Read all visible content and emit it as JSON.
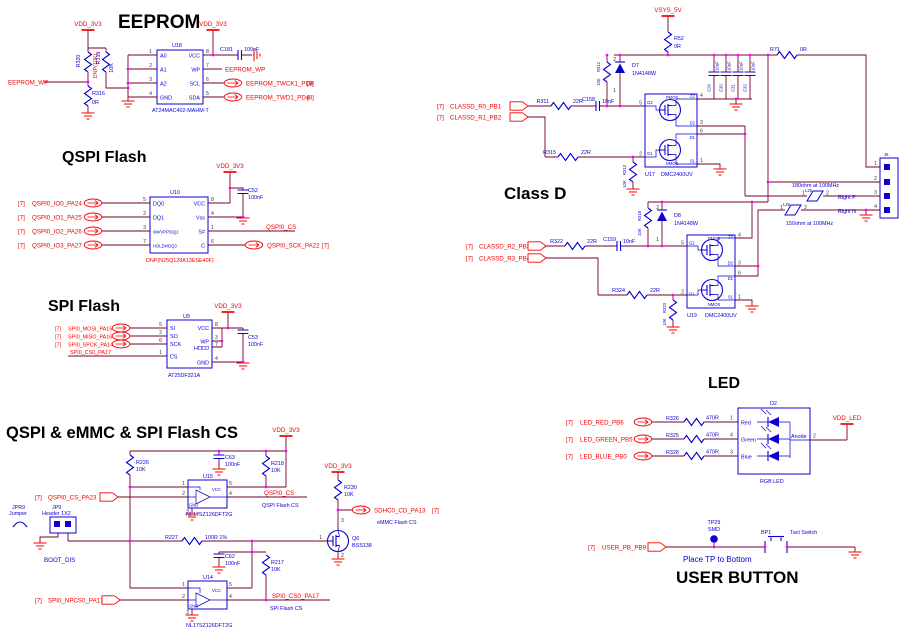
{
  "titles": {
    "eeprom": "EEPROM",
    "qspi": "QSPI Flash",
    "spi": "SPI Flash",
    "cs": "QSPI & eMMC & SPI Flash CS",
    "classd": "Class D",
    "led": "LED",
    "user": "USER BUTTON"
  },
  "power": {
    "vdd_3v3": "VDD_3V3",
    "vsys_5v": "VSYS_5V",
    "vdd_led": "VDD_LED"
  },
  "eeprom": {
    "r320": {
      "ref": "R320",
      "val": "DNP(10K)"
    },
    "r319": {
      "ref": "R319",
      "val": "10K"
    },
    "r316": {
      "ref": "R316",
      "val": "0R"
    },
    "c181": {
      "ref": "C181",
      "val": "100nF"
    },
    "u18": {
      "ref": "U18",
      "part": "AT24MAC402-MAHM-T",
      "left": [
        {
          "n": "1",
          "p": "A0"
        },
        {
          "n": "2",
          "p": "A1"
        },
        {
          "n": "3",
          "p": "A2"
        },
        {
          "n": "4",
          "p": "GND"
        }
      ],
      "right": [
        {
          "n": "8",
          "p": "VCC"
        },
        {
          "n": "7",
          "p": "WP"
        },
        {
          "n": "6",
          "p": "SCL"
        },
        {
          "n": "5",
          "p": "SDA"
        }
      ]
    },
    "net_wp": "EEPROM_WP",
    "net_wp2": "EEPROM_WP",
    "net_twck": {
      "name": "EEPROM_TWCK1_PD8",
      "page": "[8]"
    },
    "net_twd": {
      "name": "EEPROM_TWD1_PD4",
      "page": "[8]"
    }
  },
  "qspi": {
    "u10": {
      "ref": "U10",
      "part": "DNP(N25Q128A13ESE40F)",
      "left": [
        {
          "n": "5",
          "p": "DQ0"
        },
        {
          "n": "2",
          "p": "DQ1"
        },
        {
          "n": "3",
          "p": "W#/VPP/DQ2"
        },
        {
          "n": "7",
          "p": "HOLD#/DQ3"
        }
      ],
      "right": [
        {
          "n": "8",
          "p": "VCC"
        },
        {
          "n": "4",
          "p": "Vss"
        },
        {
          "n": "1",
          "p": "S#"
        },
        {
          "n": "6",
          "p": "C"
        }
      ]
    },
    "c52": {
      "ref": "C52",
      "val": "100nF"
    },
    "nets": [
      {
        "page": "[7]",
        "name": "QSPI0_IO0_PA24"
      },
      {
        "page": "[7]",
        "name": "QSPI0_IO1_PA25"
      },
      {
        "page": "[7]",
        "name": "QSPI0_IO2_PA26"
      },
      {
        "page": "[7]",
        "name": "QSPI0_IO3_PA27"
      }
    ],
    "net_cs": "QSPI0_CS",
    "net_sck": {
      "name": "QSPI0_SCK_PA22",
      "page": "[7]"
    }
  },
  "spi": {
    "u9": {
      "ref": "U9",
      "part": "AT25DF321A",
      "left": [
        {
          "n": "5",
          "p": "SI"
        },
        {
          "n": "2",
          "p": "SO"
        },
        {
          "n": "6",
          "p": "SCK"
        },
        {
          "n": "1",
          "p": "CS"
        }
      ],
      "right": [
        {
          "n": "8",
          "p": "VCC"
        },
        {
          "n": "3",
          "p": "WP"
        },
        {
          "n": "7",
          "p": "HOLD"
        },
        {
          "n": "4",
          "p": "GND"
        }
      ]
    },
    "c53": {
      "ref": "C53",
      "val": "100nF"
    },
    "nets": [
      {
        "page": "[7]",
        "name": "SPI0_MOSI_PA15"
      },
      {
        "page": "[7]",
        "name": "SPI0_MISO_PA16"
      },
      {
        "page": "[7]",
        "name": "SPI0_SPCK_PA14"
      }
    ],
    "net_cs0": "SPI0_CS0_PA17"
  },
  "cs": {
    "c63": {
      "ref": "C63",
      "val": "100nF"
    },
    "c62": {
      "ref": "C62",
      "val": "100nF"
    },
    "r226": {
      "ref": "R226",
      "val": "10K"
    },
    "r218": {
      "ref": "R218",
      "val": "10K"
    },
    "r217": {
      "ref": "R217",
      "val": "10K"
    },
    "r227": {
      "ref": "R227",
      "val": "100R 1%"
    },
    "r230": {
      "ref": "R230",
      "val": "10K"
    },
    "u15": {
      "ref": "U15",
      "part": "NL17SZ126DFT2G",
      "vcc": "VCC",
      "gnd": "GND",
      "pins": {
        "en": "1",
        "in": "2",
        "gnd": "3",
        "out": "4",
        "vcc": "5"
      }
    },
    "u14": {
      "ref": "U14",
      "part": "NL17SZ126DFT2G",
      "vcc": "VCC",
      "gnd": "GND",
      "pins": {
        "en": "1",
        "in": "2",
        "gnd": "3",
        "out": "4",
        "vcc": "5"
      }
    },
    "q6": {
      "ref": "Q6",
      "part": "BSS138",
      "pins": {
        "g": "1",
        "s": "2",
        "d": "3"
      }
    },
    "jpr9": {
      "ref": "JPR9",
      "part": "Jumper"
    },
    "jp9": {
      "ref": "JP9",
      "part": "Header 1X2"
    },
    "net_qspi_cs_in": {
      "page": "[7]",
      "name": "QSPI0_CS_PA23"
    },
    "net_spi_npcs": {
      "page": "[7]",
      "name": "SPI0_NPCS0_PA17"
    },
    "net_qspi_cs": "QSPI0_CS",
    "net_spi_cs": "SPI0_CS0_PA17",
    "net_sdhc": {
      "name": "SDHC0_CD_PA13",
      "page": "[7]"
    },
    "net_boot": "BOOT_DIS",
    "lbl_qspi_flash_cs": "QSPI Flash CS",
    "lbl_spi_flash_cs": "SPI Flash CS",
    "lbl_emmc_cs": "eMMC Flash CS"
  },
  "classd": {
    "r52": {
      "ref": "R52",
      "val": "0R"
    },
    "r71": {
      "ref": "R71",
      "val": "0R"
    },
    "r311": {
      "ref": "R311",
      "val": "22R"
    },
    "r312": {
      "ref": "R312",
      "val": "10K"
    },
    "r313": {
      "ref": "R313",
      "val": "10K"
    },
    "r315": {
      "ref": "R315",
      "val": "22R"
    },
    "r318": {
      "ref": "R318",
      "val": "10K"
    },
    "r322": {
      "ref": "R322",
      "val": "22R"
    },
    "r323": {
      "ref": "R323",
      "val": "10K"
    },
    "r324": {
      "ref": "R324",
      "val": "22R"
    },
    "c158": {
      "ref": "C158",
      "val": "10nF"
    },
    "c159": {
      "ref": "C159",
      "val": "10nF"
    },
    "d7": {
      "ref": "D7",
      "part": "1N4148W"
    },
    "d8": {
      "ref": "D8",
      "part": "1N4148W"
    },
    "d_pins": {
      "a": "1",
      "k": "2"
    },
    "caps": [
      {
        "ref": "C26",
        "val": "10uF"
      },
      {
        "ref": "C30",
        "val": "10uF"
      },
      {
        "ref": "C31",
        "val": "10uF"
      },
      {
        "ref": "C32",
        "val": "10uF"
      }
    ],
    "u17": {
      "ref": "U17",
      "part": "DMC2400UV"
    },
    "u19": {
      "ref": "U19",
      "part": "DMC2400UV"
    },
    "fet_labels": {
      "pmos": "PMOS",
      "nmos": "NMOS",
      "g2": "G2",
      "g1": "G1",
      "z2": "Z2",
      "d2": "D2",
      "d1": "D1",
      "s1": "S1"
    },
    "u_pins": {
      "g2": "5",
      "g1": "2",
      "z2": "4",
      "d2": "3",
      "d1": "6",
      "s1": "1"
    },
    "l25": {
      "ref": "L25",
      "val": "180ohm at 100MHz",
      "p1": "1",
      "p2": "2"
    },
    "l26": {
      "ref": "L26",
      "val": "150ohm at 100MHz",
      "p1": "1",
      "p2": "2"
    },
    "net_right_p": "Right P",
    "net_right_n": "Right N",
    "j6": {
      "ref": "J6",
      "pins": [
        "1",
        "2",
        "3",
        "4"
      ]
    },
    "nets": [
      {
        "page": "[7]",
        "name": "CLASSD_R0_PB1"
      },
      {
        "page": "[7]",
        "name": "CLASSD_R1_PB2"
      },
      {
        "page": "[7]",
        "name": "CLASSD_R2_PB3"
      },
      {
        "page": "[7]",
        "name": "CLASSD_R3_PB4"
      }
    ]
  },
  "led": {
    "d2": {
      "ref": "D2",
      "part": "RGB LED",
      "anode": "Anode",
      "anode_pin": "2",
      "channels": [
        {
          "pin": "1",
          "name": "Red"
        },
        {
          "pin": "4",
          "name": "Green"
        },
        {
          "pin": "3",
          "name": "Blue"
        }
      ]
    },
    "resistors": [
      {
        "ref": "R326",
        "val": "470R"
      },
      {
        "ref": "R325",
        "val": "470R"
      },
      {
        "ref": "R328",
        "val": "470R"
      }
    ],
    "nets": [
      {
        "page": "[7]",
        "name": "LED_RED_PB6"
      },
      {
        "page": "[7]",
        "name": "LED_GREEN_PB5"
      },
      {
        "page": "[7]",
        "name": "LED_BLUE_PB0"
      }
    ]
  },
  "user": {
    "tp29": {
      "ref": "TP29",
      "type": "SMD"
    },
    "bp1": {
      "ref": "BP1",
      "part": "Tact Switch"
    },
    "net": {
      "page": "[7]",
      "name": "USER_PB_PB9"
    },
    "note": "Place TP to Bottom"
  }
}
